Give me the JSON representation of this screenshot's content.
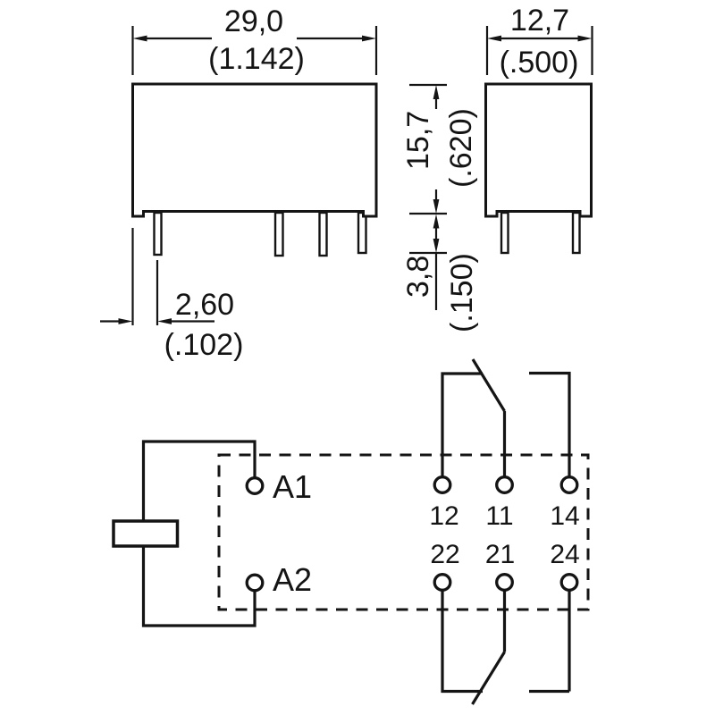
{
  "front_view": {
    "width_mm": "29,0",
    "width_inch": "(1.142)",
    "pin_offset_mm": "2,60",
    "pin_offset_inch": "(.102)"
  },
  "side_view": {
    "width_mm": "12,7",
    "width_inch": "(.500)",
    "body_height_mm": "15,7",
    "body_height_inch": "(.620)",
    "pin_length_mm": "3,8",
    "pin_length_inch": "(.150)"
  },
  "schematic": {
    "coil_terminal_top": "A1",
    "coil_terminal_bottom": "A2",
    "contacts_row1": [
      "12",
      "11",
      "14"
    ],
    "contacts_row2": [
      "22",
      "21",
      "24"
    ]
  },
  "colors": {
    "line": "#141414",
    "background": "#ffffff"
  }
}
